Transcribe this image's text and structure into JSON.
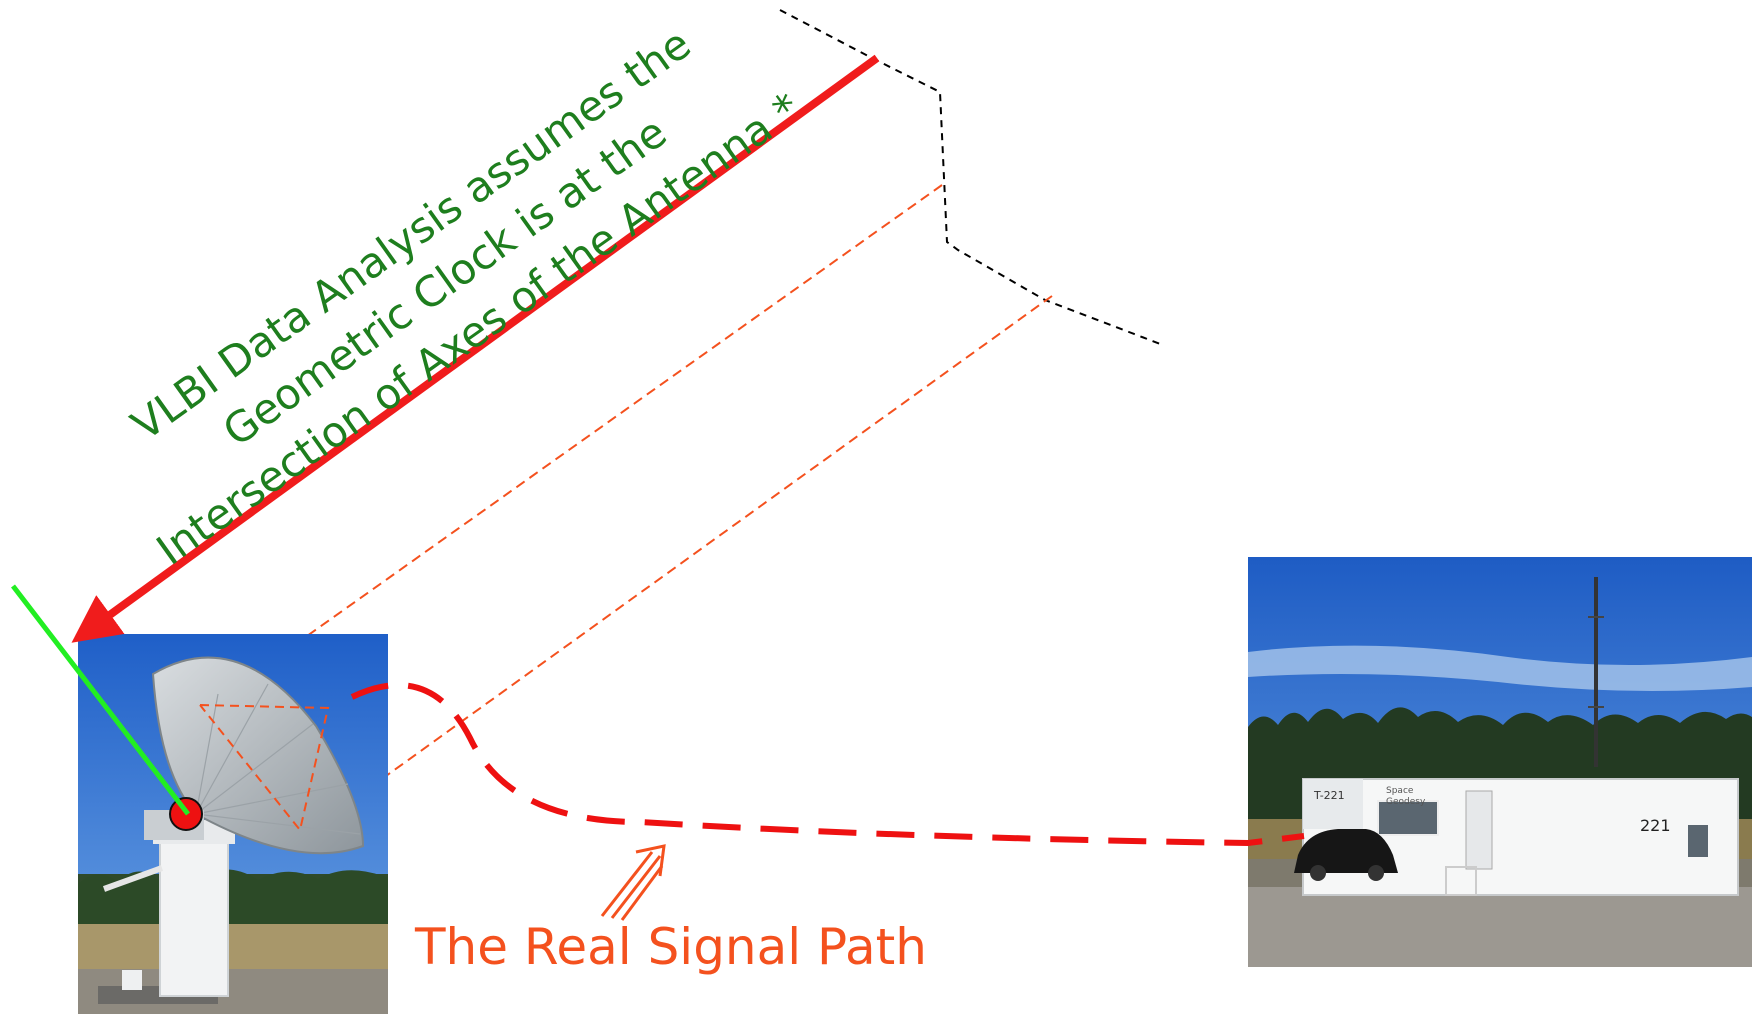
{
  "annotation": {
    "line1": "VLBI Data Analysis assumes the",
    "line2": "Geometric Clock is at the",
    "line3": "Intersection of Axes of the Antenna *"
  },
  "signal_path_label": "The Real Signal Path",
  "building": {
    "door_sign": "T-221",
    "sign_line1": "Space",
    "sign_line2": "Geodesy",
    "number": "221"
  },
  "colors": {
    "axis_line": "#f01c1c",
    "annotation_text": "#1e7e1e",
    "signal_text": "#f4511e",
    "antenna_axis": "#22ee22",
    "dashed_wavefront": "#000000"
  }
}
